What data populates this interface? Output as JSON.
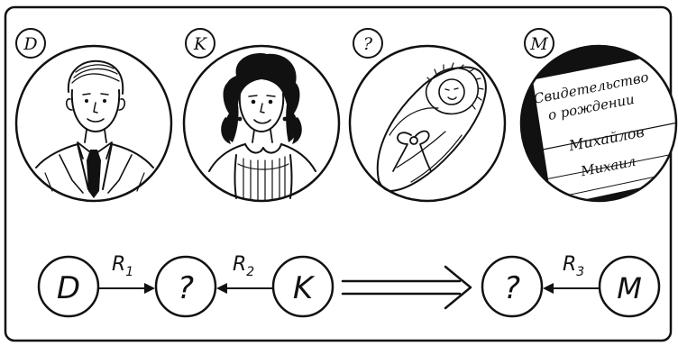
{
  "panels": [
    {
      "badge": "D",
      "subject": "man-portrait"
    },
    {
      "badge": "K",
      "subject": "woman-portrait"
    },
    {
      "badge": "?",
      "subject": "swaddled-baby"
    },
    {
      "badge": "M",
      "subject": "birth-certificate"
    }
  ],
  "certificate": {
    "title_line1": "Свидетельство",
    "title_line2": "о рождении",
    "surname": "Михайлов",
    "given_name": "Михаил"
  },
  "scheme": {
    "node_d": "D",
    "node_unknown_1": "?",
    "node_k": "K",
    "node_unknown_2": "?",
    "node_m": "M",
    "relation_1_letter": "R",
    "relation_1_index": "1",
    "relation_2_letter": "R",
    "relation_2_index": "2",
    "relation_3_letter": "R",
    "relation_3_index": "3"
  },
  "colors": {
    "ink": "#111111",
    "paper": "#ffffff"
  }
}
